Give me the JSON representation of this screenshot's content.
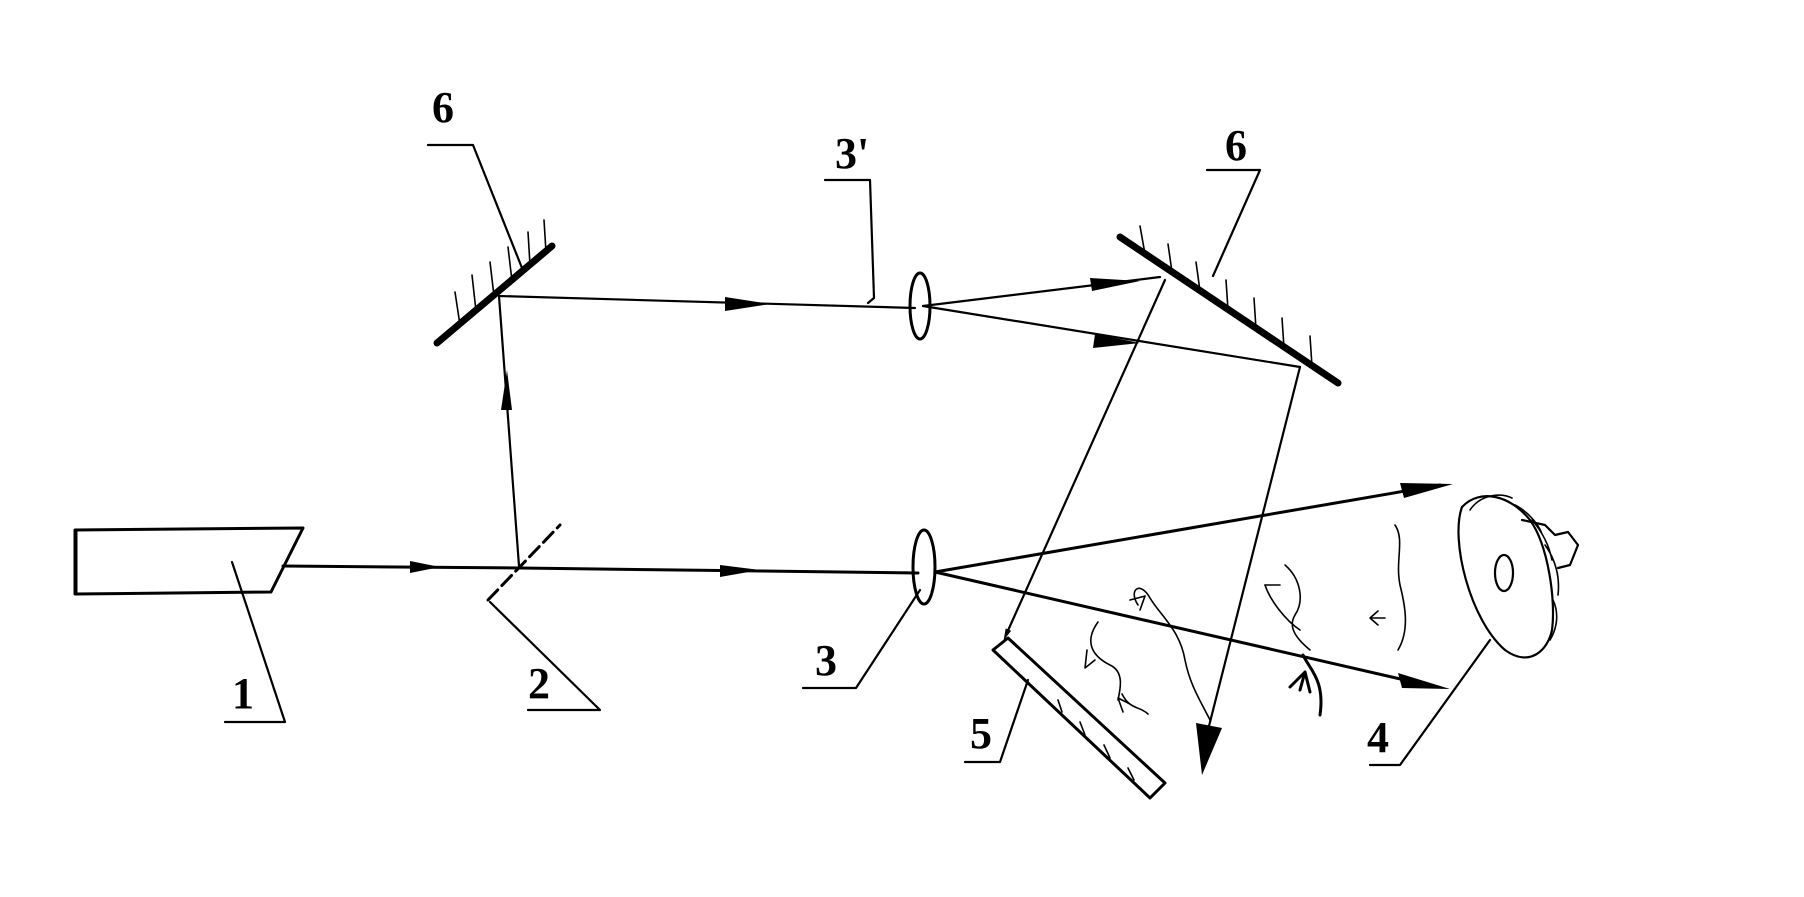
{
  "labels": {
    "laser": "1",
    "beam_splitter": "2",
    "lens_object": "3",
    "lens_reference": "3'",
    "object": "4",
    "plate": "5",
    "mirror_left": "6",
    "mirror_right": "6"
  }
}
